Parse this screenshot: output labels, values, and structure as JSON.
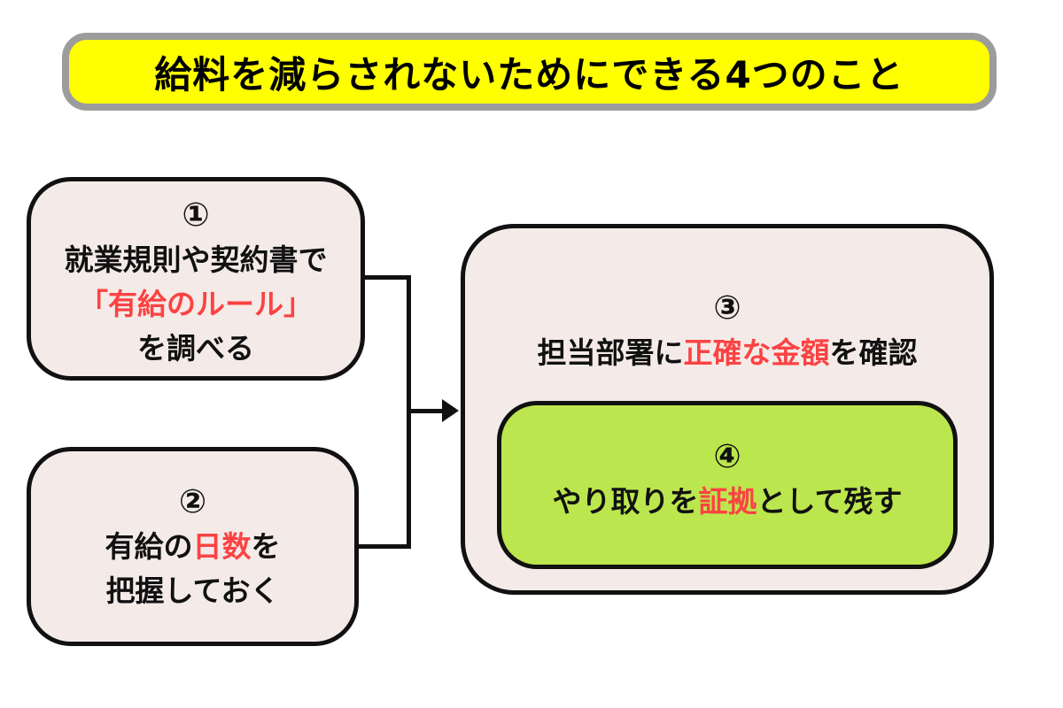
{
  "title": {
    "text": "給料を減らされないためにできる4つのこと"
  },
  "steps": {
    "step1": {
      "number": "①",
      "line1": "就業規則や契約書で",
      "line2_red": "「有給のルール」",
      "line3": "を調べる"
    },
    "step2": {
      "number": "②",
      "line1_pre": "有給の",
      "line1_red": "日数",
      "line1_post": "を",
      "line2": "把握しておく"
    },
    "step3": {
      "number": "③",
      "line_pre": "担当部署に",
      "line_red": "正確な金額",
      "line_post": "を確認"
    },
    "step4": {
      "number": "④",
      "line_pre": "やり取りを",
      "line_red": "証拠",
      "line_post": "として残す"
    }
  },
  "colors": {
    "background": "#ffffff",
    "title_fill": "#ffff00",
    "title_border": "#9c9c9c",
    "card_fill": "#f4ebe9",
    "card_border": "#111111",
    "highlight_fill": "#bce64e",
    "accent_red": "#fb4343",
    "text_black": "#111111"
  }
}
